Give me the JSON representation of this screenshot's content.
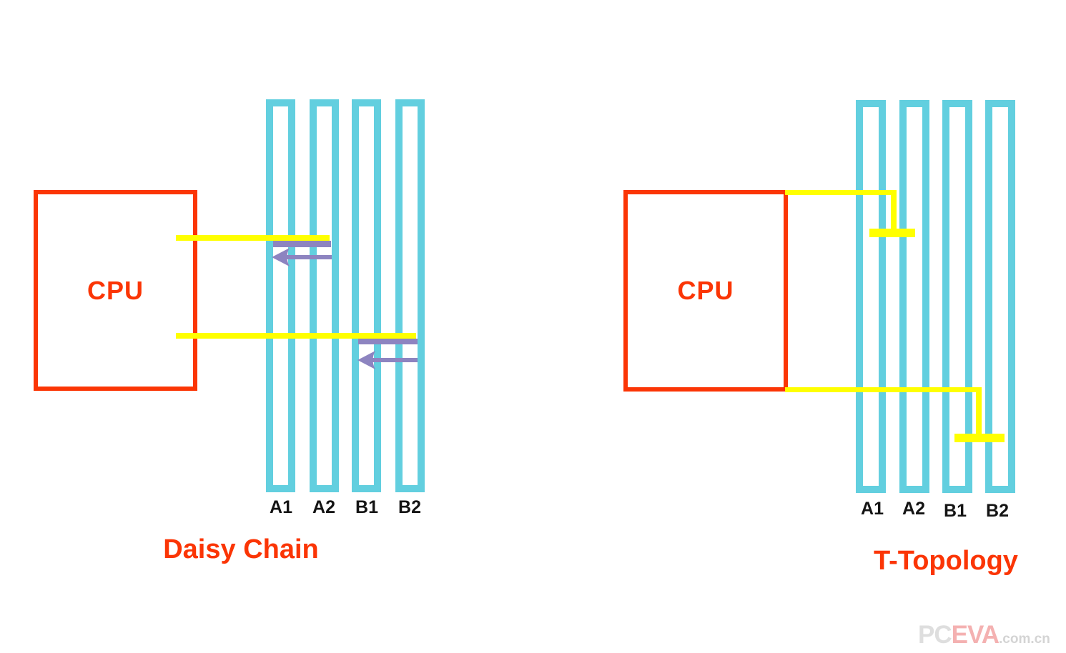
{
  "figure": {
    "kind": "memory-routing-topology-comparison",
    "background": "#ffffff"
  },
  "colors": {
    "cpu_red": "#fb3505",
    "slot_cyan": "#62cfdf",
    "trace_yellow": "#ffff00",
    "reflection_purple": "#8d84c0",
    "slot_label_black": "#141414",
    "watermark_gray": "#dedede",
    "watermark_pink": "#f4b1b1"
  },
  "left_diagram": {
    "title": "Daisy Chain",
    "cpu_label": "CPU",
    "slots": [
      {
        "label": "A1"
      },
      {
        "label": "A2"
      },
      {
        "label": "B1"
      },
      {
        "label": "B2"
      }
    ]
  },
  "right_diagram": {
    "title": "T-Topology",
    "cpu_label": "CPU",
    "slots": [
      {
        "label": "A1"
      },
      {
        "label": "A2"
      },
      {
        "label": "B1"
      },
      {
        "label": "B2"
      }
    ]
  },
  "watermark": {
    "brand_gray": "PC",
    "brand_pink": "EVA",
    "suffix": ".com.cn"
  }
}
